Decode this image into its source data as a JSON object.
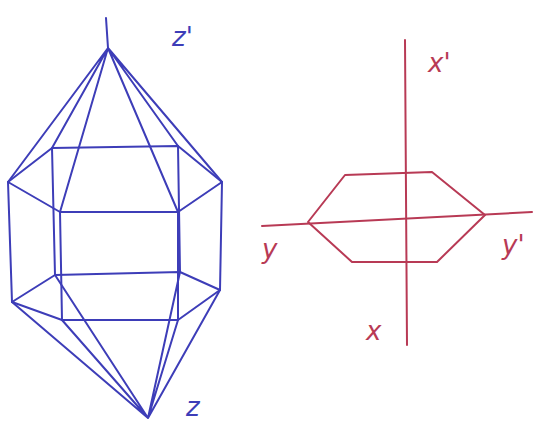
{
  "diagram": {
    "labels": [
      "z'",
      "z",
      "x'",
      "y",
      "y'",
      "x"
    ]
  }
}
